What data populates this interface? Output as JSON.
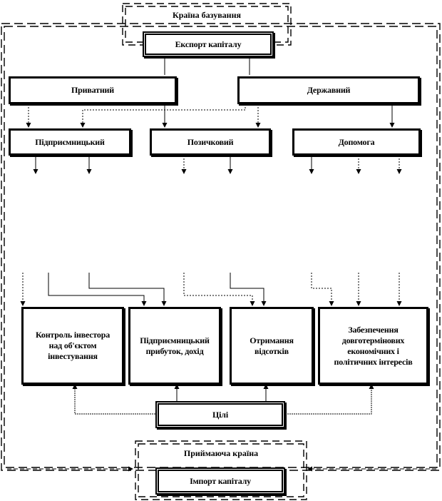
{
  "origin": {
    "title": "Країна базування",
    "export": "Експорт капіталу"
  },
  "sources": {
    "private": "Приватний",
    "state": "Державний"
  },
  "forms": {
    "entrepreneurial": "Підприємницький",
    "loan": "Позичковий",
    "aid": "Допомога"
  },
  "goals": {
    "control": "Контроль інвестора над об'єктом інвестування",
    "profit": "Підприємниць­кий прибуток, дохід",
    "interest": "Отримання відсотків",
    "interests": "Забезпечення довготермінових економічних і політичних інтересів",
    "center": "Цілі"
  },
  "destination": {
    "title": "Приймаюча країна",
    "import": "Імпорт капіталу"
  }
}
